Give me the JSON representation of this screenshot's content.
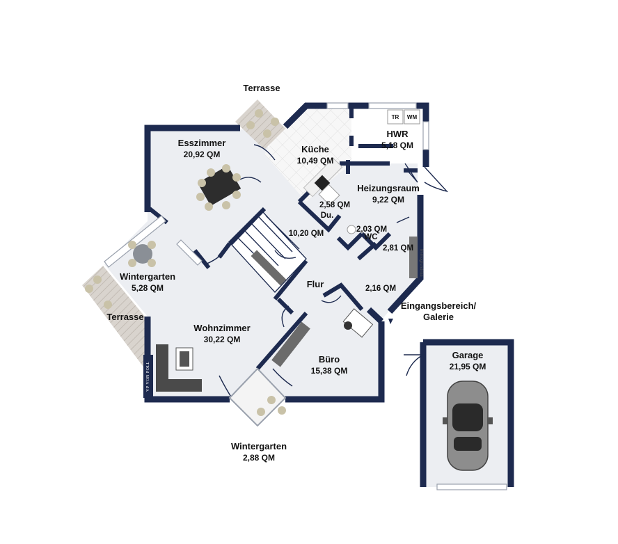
{
  "rooms": {
    "terrasse_top": {
      "name": "Terrasse"
    },
    "esszimmer": {
      "name": "Esszimmer",
      "area": "20,92 QM"
    },
    "kueche": {
      "name": "Küche",
      "area": "10,49 QM"
    },
    "hwr": {
      "name": "HWR",
      "area": "5,18 QM"
    },
    "heizungsraum": {
      "name": "Heizungsraum",
      "area": "9,22 QM"
    },
    "dusche": {
      "area": "2,58 QM",
      "name": "Du."
    },
    "flur_area": {
      "area": "10,20  QM"
    },
    "wc": {
      "area": "2,03  QM",
      "name": "WC"
    },
    "abstell": {
      "area": "2,81 QM"
    },
    "wintergarten_left": {
      "name": "Wintergarten",
      "area": "5,28 QM"
    },
    "terrasse_left": {
      "name": "Terrasse"
    },
    "flur": {
      "name": "Flur"
    },
    "eingang_area": {
      "area": "2,16 QM"
    },
    "eingang": {
      "name": "Eingangsbereich/",
      "name2": "Galerie"
    },
    "wohnzimmer": {
      "name": "Wohnzimmer",
      "area": "30,22 QM"
    },
    "buero": {
      "name": "Büro",
      "area": "15,38 QM"
    },
    "garage": {
      "name": "Garage",
      "area": "21,95 QM"
    },
    "wintergarten_bottom": {
      "name": "Wintergarten",
      "area": "2,88 QM"
    }
  },
  "appliances": {
    "tr": "TR",
    "wm": "WM"
  },
  "branding": {
    "logo_text": "VP VON POLL",
    "wall_text": "Immogrundriss"
  },
  "colors": {
    "wall": "#1d2a4f",
    "floor": "#eef0f3",
    "terrace": "#d7d2cc",
    "tile": "#f4f4f4"
  }
}
